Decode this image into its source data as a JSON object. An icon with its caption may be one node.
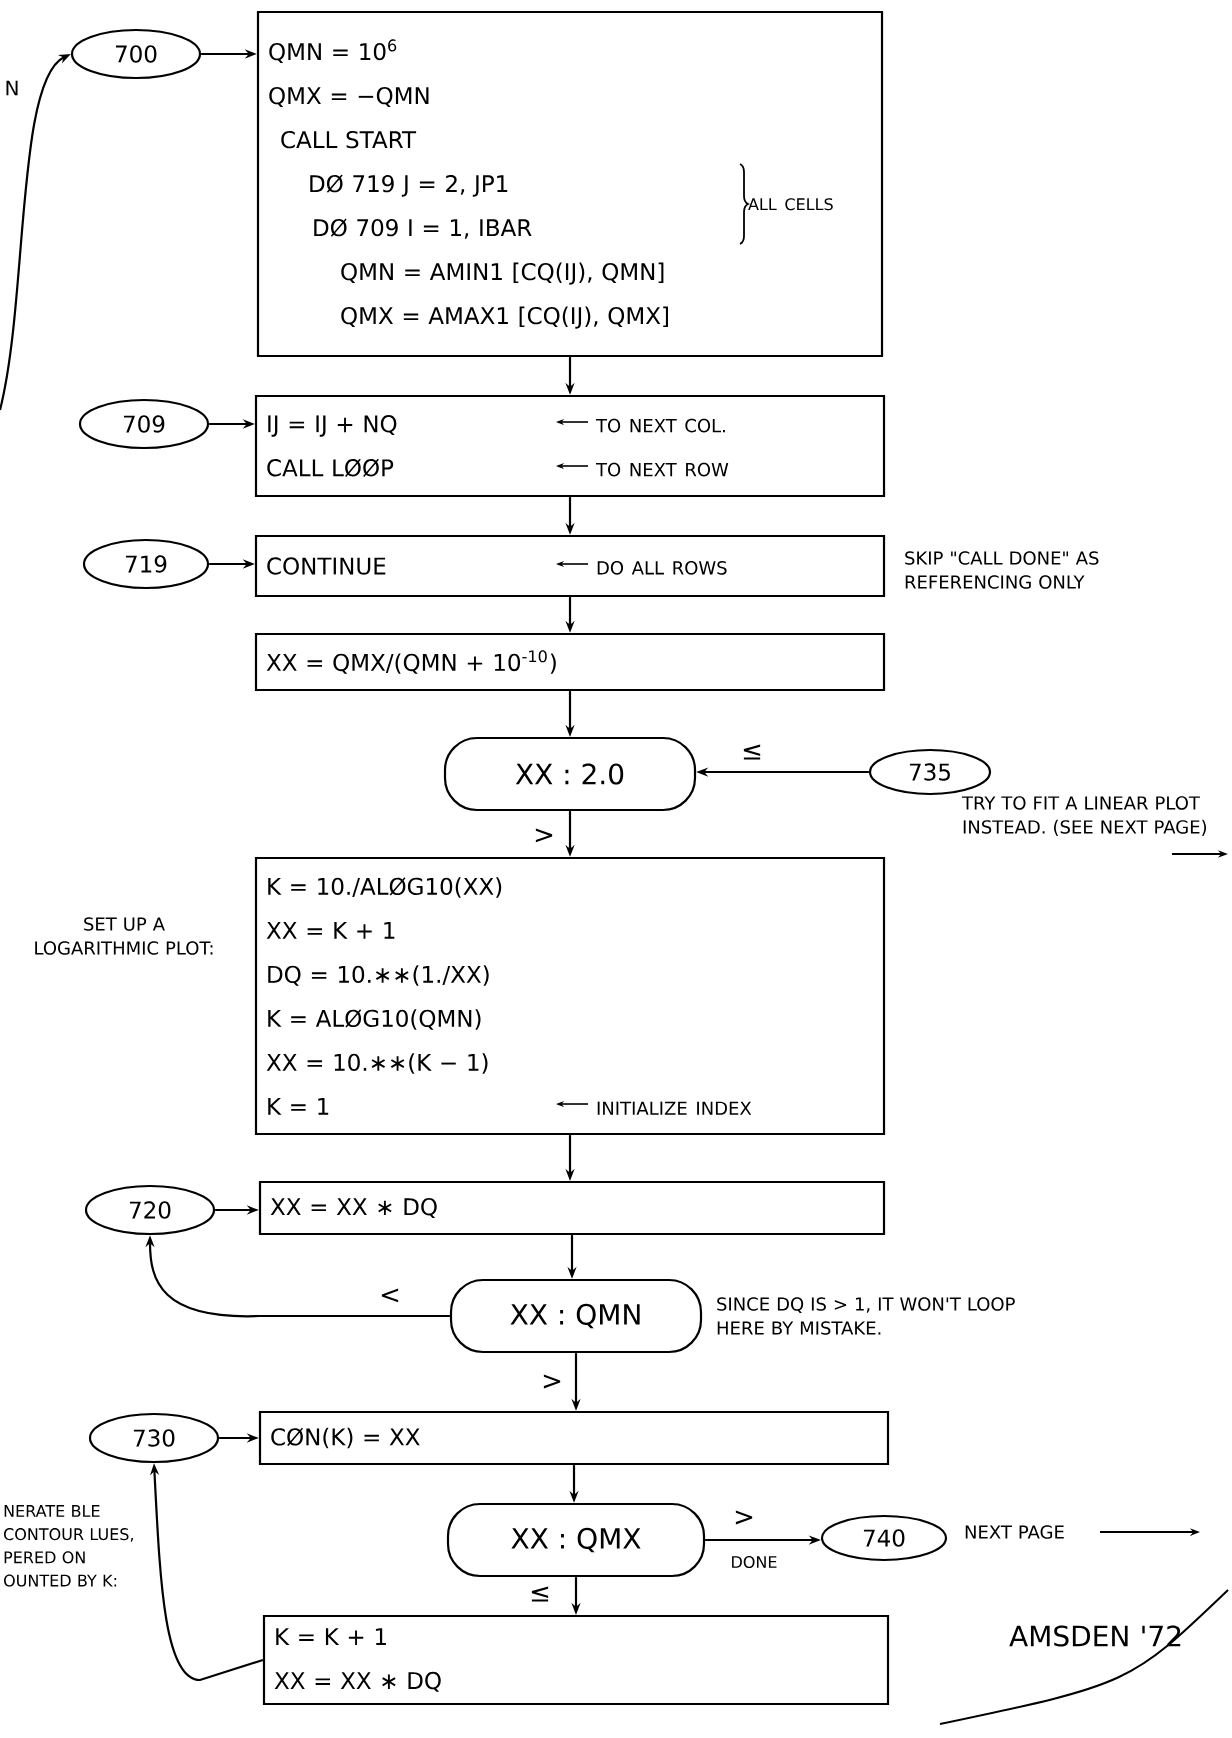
{
  "diagram": {
    "nodes": [
      {
        "text": [
          "700"
        ]
      },
      {
        "text": [
          "QMN = 10$^{6}$",
          "QMX = −QMN",
          "CALL START",
          "DØ 719 J = 2, JP1",
          "DØ 709 I = 1, IBAR",
          "QMN = AMIN1 [CQ(IJ), QMN]",
          "QMX = AMAX1 [CQ(IJ), QMX]",
          "ALL CELLS"
        ]
      },
      {
        "text": [
          "709"
        ]
      },
      {
        "text": [
          "IJ = IJ + NQ",
          "TO NEXT COL.",
          "CALL LØØP",
          "TO NEXT ROW"
        ]
      },
      {
        "text": [
          "719"
        ]
      },
      {
        "text": [
          "CONTINUE",
          "DO ALL ROWS"
        ],
        "beside": [
          "SKIP \"CALL DONE\" AS REFERENCING ONLY"
        ]
      },
      {
        "text": [
          "XX = QMX/(QMN + 10$^{-10}$)"
        ]
      },
      {
        "text": [
          "XX : 2.0"
        ]
      },
      {
        "text": [
          "735"
        ],
        "beside": [
          "TRY TO FIT A LINEAR PLOT INSTEAD. (SEE NEXT PAGE)"
        ]
      },
      {
        "text": [
          "K = 10./ALØG10(XX)",
          "XX = K + 1",
          "DQ = 10.∗∗(1./XX)",
          "K = ALØG10(QMN)",
          "XX = 10.∗∗(K − 1)",
          "K = 1",
          "INITIALIZE INDEX"
        ],
        "beside": [
          "SET UP A LOGARITHMIC PLOT:"
        ]
      },
      {
        "text": [
          "720"
        ]
      },
      {
        "text": [
          "XX = XX ∗ DQ"
        ]
      },
      {
        "text": [
          "XX : QMN"
        ],
        "beside": [
          "SINCE DQ IS > 1, IT WON'T LOOP HERE BY MISTAKE."
        ]
      },
      {
        "text": [
          "730"
        ]
      },
      {
        "text": [
          "CØN(K) = XX"
        ]
      },
      {
        "text": [
          "XX : QMX"
        ]
      },
      {
        "text": [
          "740"
        ],
        "beside": [
          "NEXT PAGE"
        ]
      },
      {
        "text": [
          "K = K + 1",
          "XX = XX ∗ DQ"
        ]
      }
    ],
    "edges": [
      {
        "from": null,
        "to": 0,
        "arrow": "to"
      },
      {
        "from": 0,
        "to": 1,
        "arrow": "to"
      },
      {
        "from": 1,
        "to": 3,
        "arrow": "to"
      },
      {
        "from": 2,
        "to": 3,
        "arrow": "to"
      },
      {
        "from": 3,
        "to": 5,
        "arrow": "to"
      },
      {
        "from": 4,
        "to": 5,
        "arrow": "to"
      },
      {
        "from": 5,
        "to": 6,
        "arrow": "to"
      },
      {
        "from": 6,
        "to": 7,
        "arrow": "to"
      },
      {
        "from": 8,
        "to": 7,
        "arrow": "to",
        "label": "≤"
      },
      {
        "from": 7,
        "to": 9,
        "arrow": "to",
        "label": ">"
      },
      {
        "from": 9,
        "to": 11,
        "arrow": "to"
      },
      {
        "from": 10,
        "to": 11,
        "arrow": "to"
      },
      {
        "from": 11,
        "to": 12,
        "arrow": "to"
      },
      {
        "from": 12,
        "to": 10,
        "arrow": "to",
        "label": "<"
      },
      {
        "from": 12,
        "to": 14,
        "arrow": "to",
        "label": ">"
      },
      {
        "from": 13,
        "to": 14,
        "arrow": "to"
      },
      {
        "from": 14,
        "to": 15,
        "arrow": "to"
      },
      {
        "from": 15,
        "to": 16,
        "arrow": "to",
        "label": ">"
      },
      {
        "from": 15,
        "to": 17,
        "arrow": "to",
        "label": "≤"
      },
      {
        "from": 17,
        "to": 13,
        "arrow": "to"
      }
    ],
    "labels": [
      "N",
      "DONE",
      "NERATE BLE CONTOUR LUES, PERED ON OUNTED BY K:",
      "AMSDEN '72"
    ]
  }
}
